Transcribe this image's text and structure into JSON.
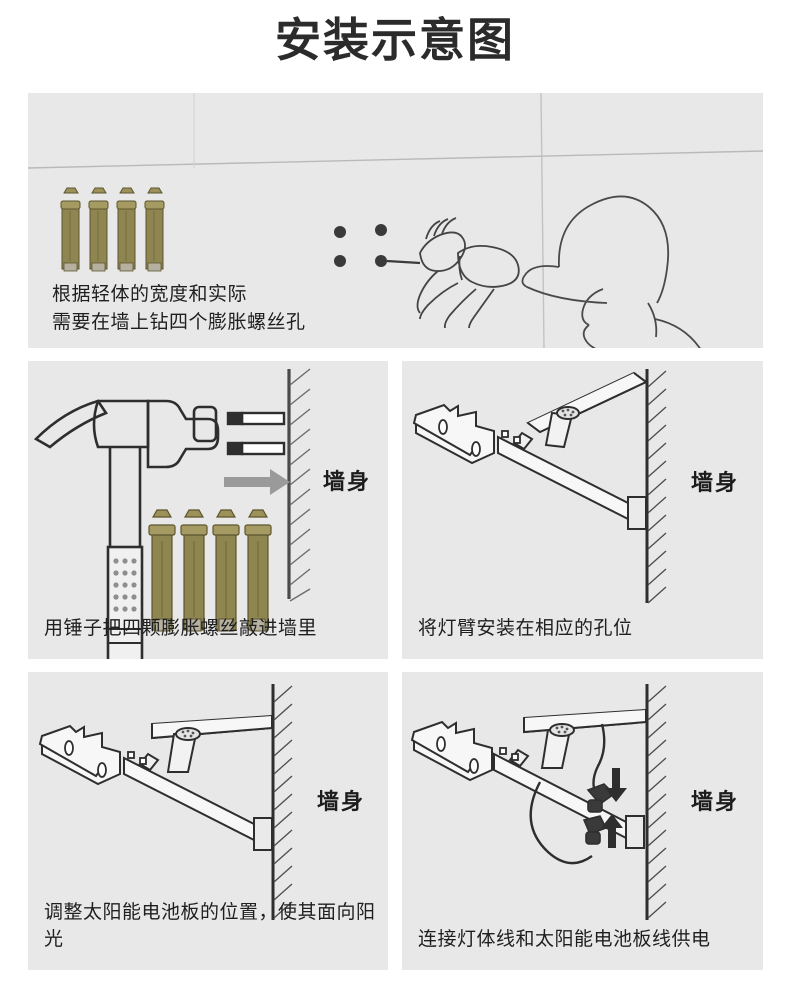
{
  "page": {
    "title": "安装示意图",
    "background_color": "#ffffff",
    "panel_background": "#e8e8e8",
    "text_color": "#1f1f1f",
    "bolt_color": "#8a8045"
  },
  "panels": [
    {
      "id": "drill-holes",
      "caption": "根据轻体的宽度和实际\n需要在墙上钻四个膨胀螺丝孔",
      "art": "worker-drilling-wall-with-four-holes-and-four-expansion-bolts",
      "wall_label": ""
    },
    {
      "id": "hammer-bolts",
      "caption": "用锤子把四颗膨胀螺丝敲进墙里",
      "art": "hammer-driving-expansion-bolts-into-wall",
      "wall_label": "墙身"
    },
    {
      "id": "mount-arm",
      "caption": "将灯臂安装在相应的孔位",
      "art": "lamp-arm-mounted-on-wall-solar-panel-tilted",
      "wall_label": "墙身"
    },
    {
      "id": "adjust-panel",
      "caption": "调整太阳能电池板的位置，使其面向阳光",
      "art": "lamp-arm-with-solar-panel-level-facing-sun",
      "wall_label": "墙身"
    },
    {
      "id": "connect-cables",
      "caption": "连接灯体线和太阳能电池板线供电",
      "art": "connecting-lamp-cable-to-solar-panel-cable",
      "wall_label": "墙身"
    }
  ]
}
